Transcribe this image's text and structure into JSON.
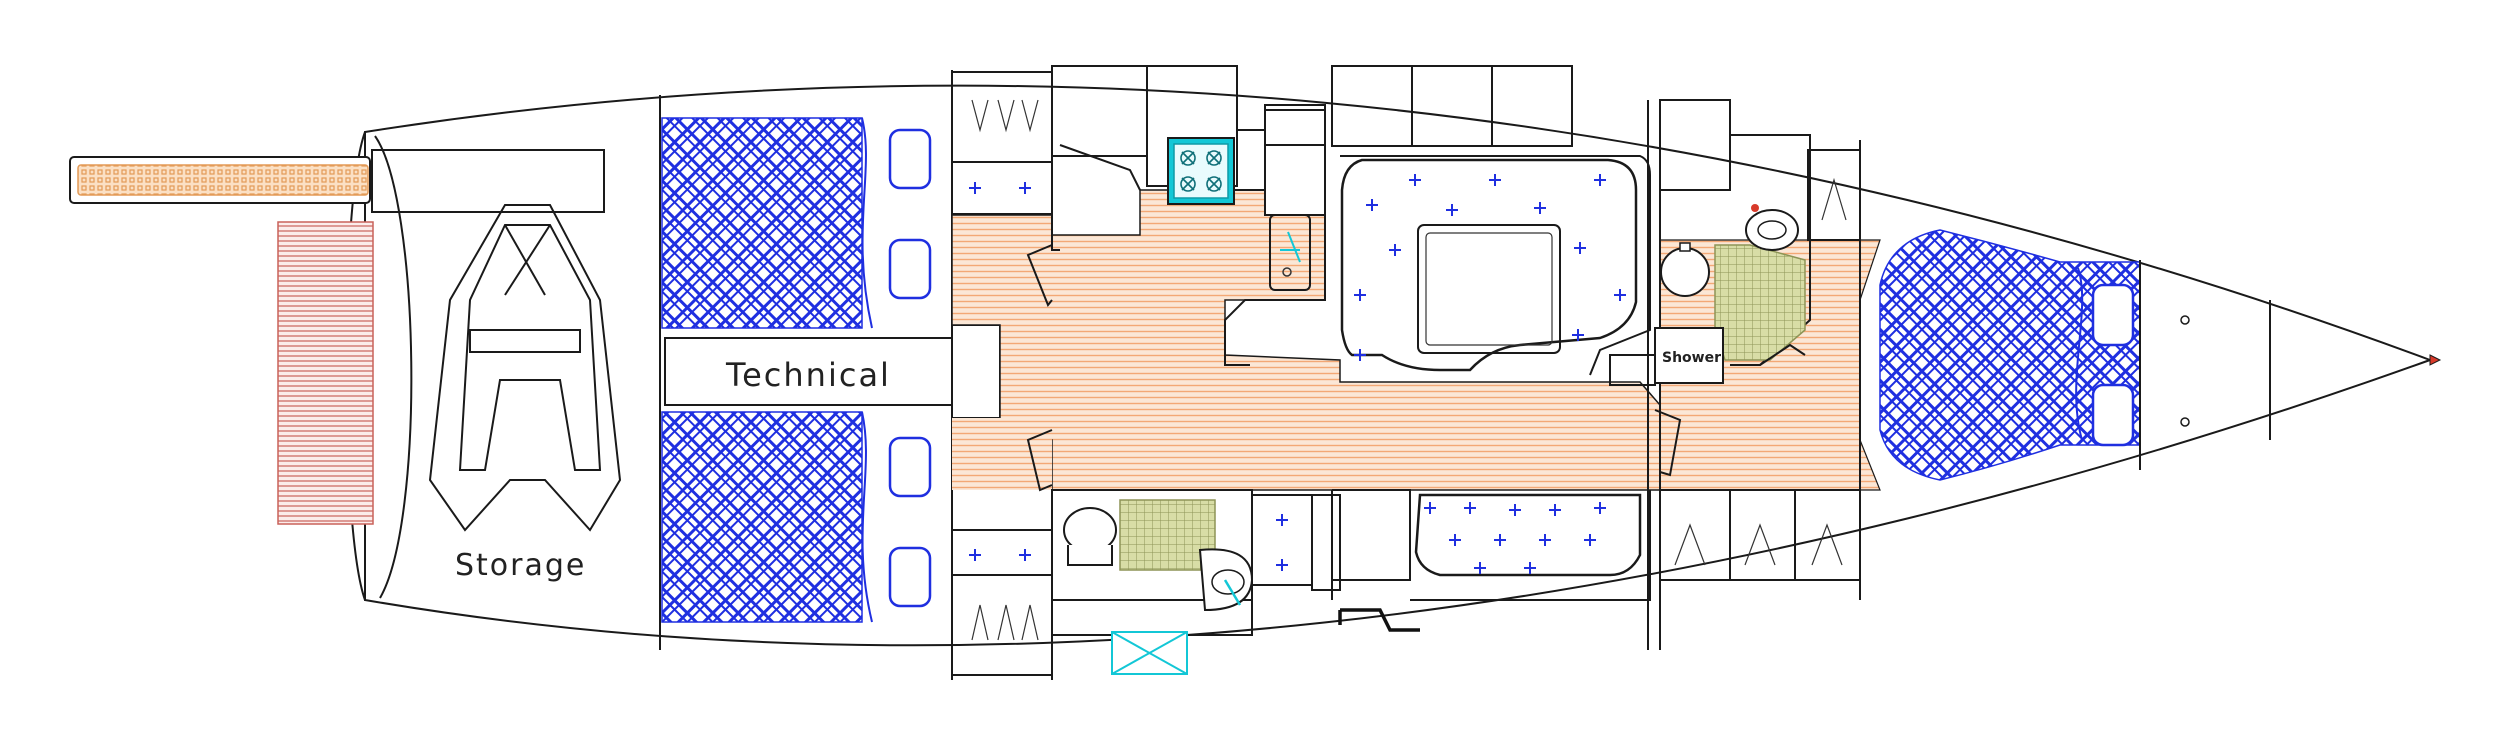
{
  "labels": {
    "storage": "Storage",
    "technical": "Technical",
    "shower": "Shower"
  },
  "colors": {
    "cushion": "#1f2fe0",
    "cushion_fill": "#ffffff",
    "floor_stripe": "#f3a875",
    "floor_bg": "#fbe7d6",
    "swim_platform": "#c9625a",
    "shower_grate": "#b9c37a",
    "appliance": "#13c7d6",
    "outline": "#1a1a1a",
    "nav_light": "#d83a2a"
  },
  "icons": {
    "dinghy": "inflatable-dinghy-icon",
    "stove": "stove-icon",
    "sink": "sink-icon",
    "toilet": "toilet-icon",
    "hanging_locker": "hanging-locker-icon",
    "hatch": "hatch-icon",
    "door": "door-swing-icon"
  }
}
